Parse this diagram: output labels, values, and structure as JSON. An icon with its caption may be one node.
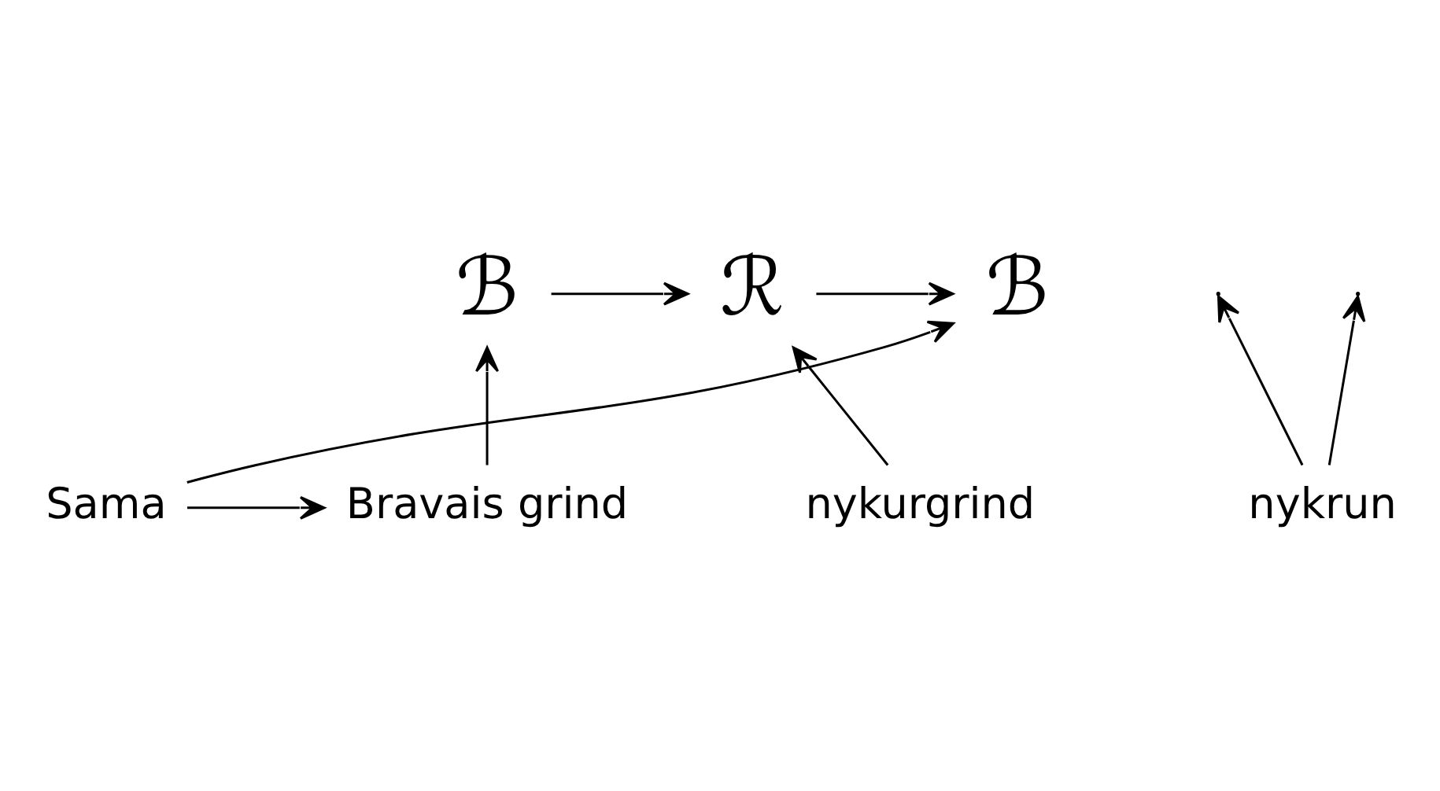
{
  "diagram": {
    "nodes": [
      {
        "text": [
          "ℬ"
        ]
      },
      {
        "text": [
          "ℛ"
        ]
      },
      {
        "text": [
          "ℬ"
        ]
      },
      {
        "text": [
          "Bravais grind"
        ]
      },
      {
        "text": [
          "nykurgrind"
        ]
      },
      {
        "text": [
          "Sama"
        ]
      },
      {
        "text": [
          "nykrun"
        ]
      }
    ],
    "edges": [
      {
        "from": 0,
        "to": 1,
        "arrow": "to"
      },
      {
        "from": 1,
        "to": 2,
        "arrow": "to"
      },
      {
        "from": 3,
        "to": 0,
        "arrow": "to"
      },
      {
        "from": 4,
        "to": 1,
        "arrow": "to"
      },
      {
        "from": 5,
        "to": 2,
        "arrow": "to"
      },
      {
        "from": 6,
        "to": null,
        "arrow": "to"
      },
      {
        "from": 6,
        "to": null,
        "arrow": "to"
      },
      {
        "from": 5,
        "to": 3,
        "arrow": "to"
      }
    ]
  }
}
